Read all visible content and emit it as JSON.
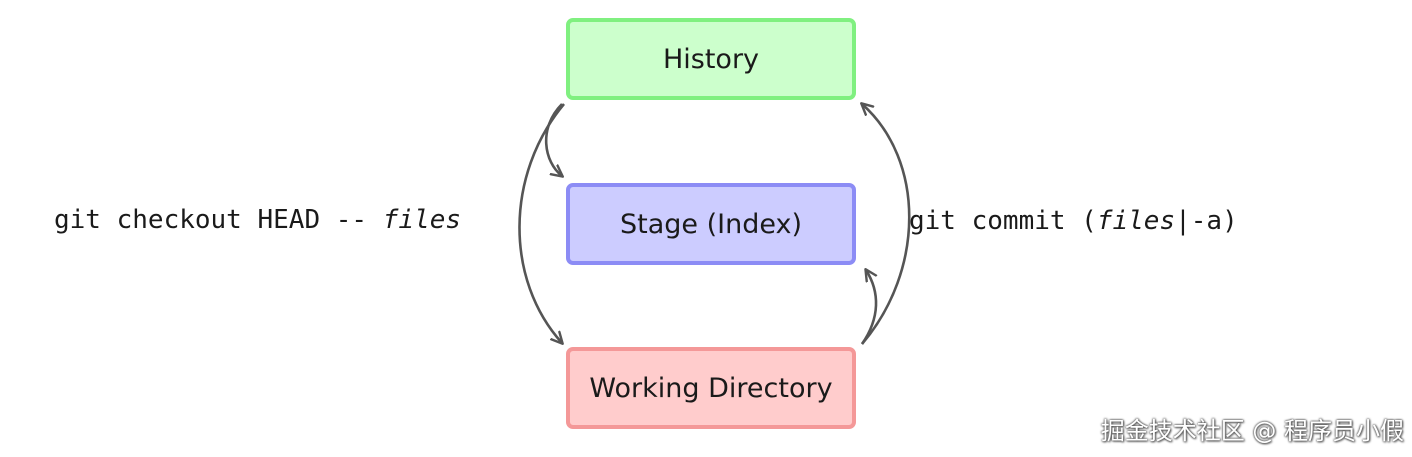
{
  "boxes": {
    "history": "History",
    "stage": "Stage (Index)",
    "working": "Working Directory"
  },
  "colors": {
    "history_fill": "#ccffcc",
    "history_border": "#80f080",
    "stage_fill": "#ccccff",
    "stage_border": "#8c8cf5",
    "working_fill": "#ffcccc",
    "working_border": "#f49898",
    "arrow": "#555555"
  },
  "commands": {
    "checkout_prefix": "git checkout HEAD -- ",
    "checkout_files": "files",
    "commit_prefix": "git commit (",
    "commit_files": "files",
    "commit_suffix": "|-a)"
  },
  "watermark": "掘金技术社区 @ 程序员小假"
}
